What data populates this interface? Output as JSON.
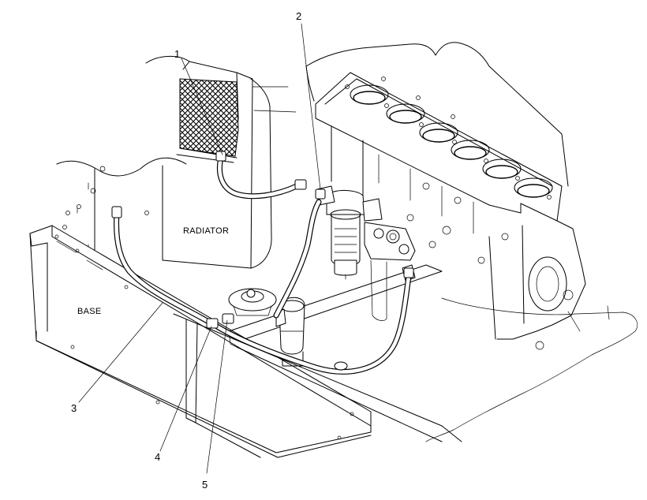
{
  "labels": {
    "radiator": "RADIATOR",
    "base": "BASE"
  },
  "callouts": [
    {
      "id": "1",
      "text": "1"
    },
    {
      "id": "2",
      "text": "2"
    },
    {
      "id": "3",
      "text": "3"
    },
    {
      "id": "4",
      "text": "4"
    },
    {
      "id": "5",
      "text": "5"
    }
  ]
}
